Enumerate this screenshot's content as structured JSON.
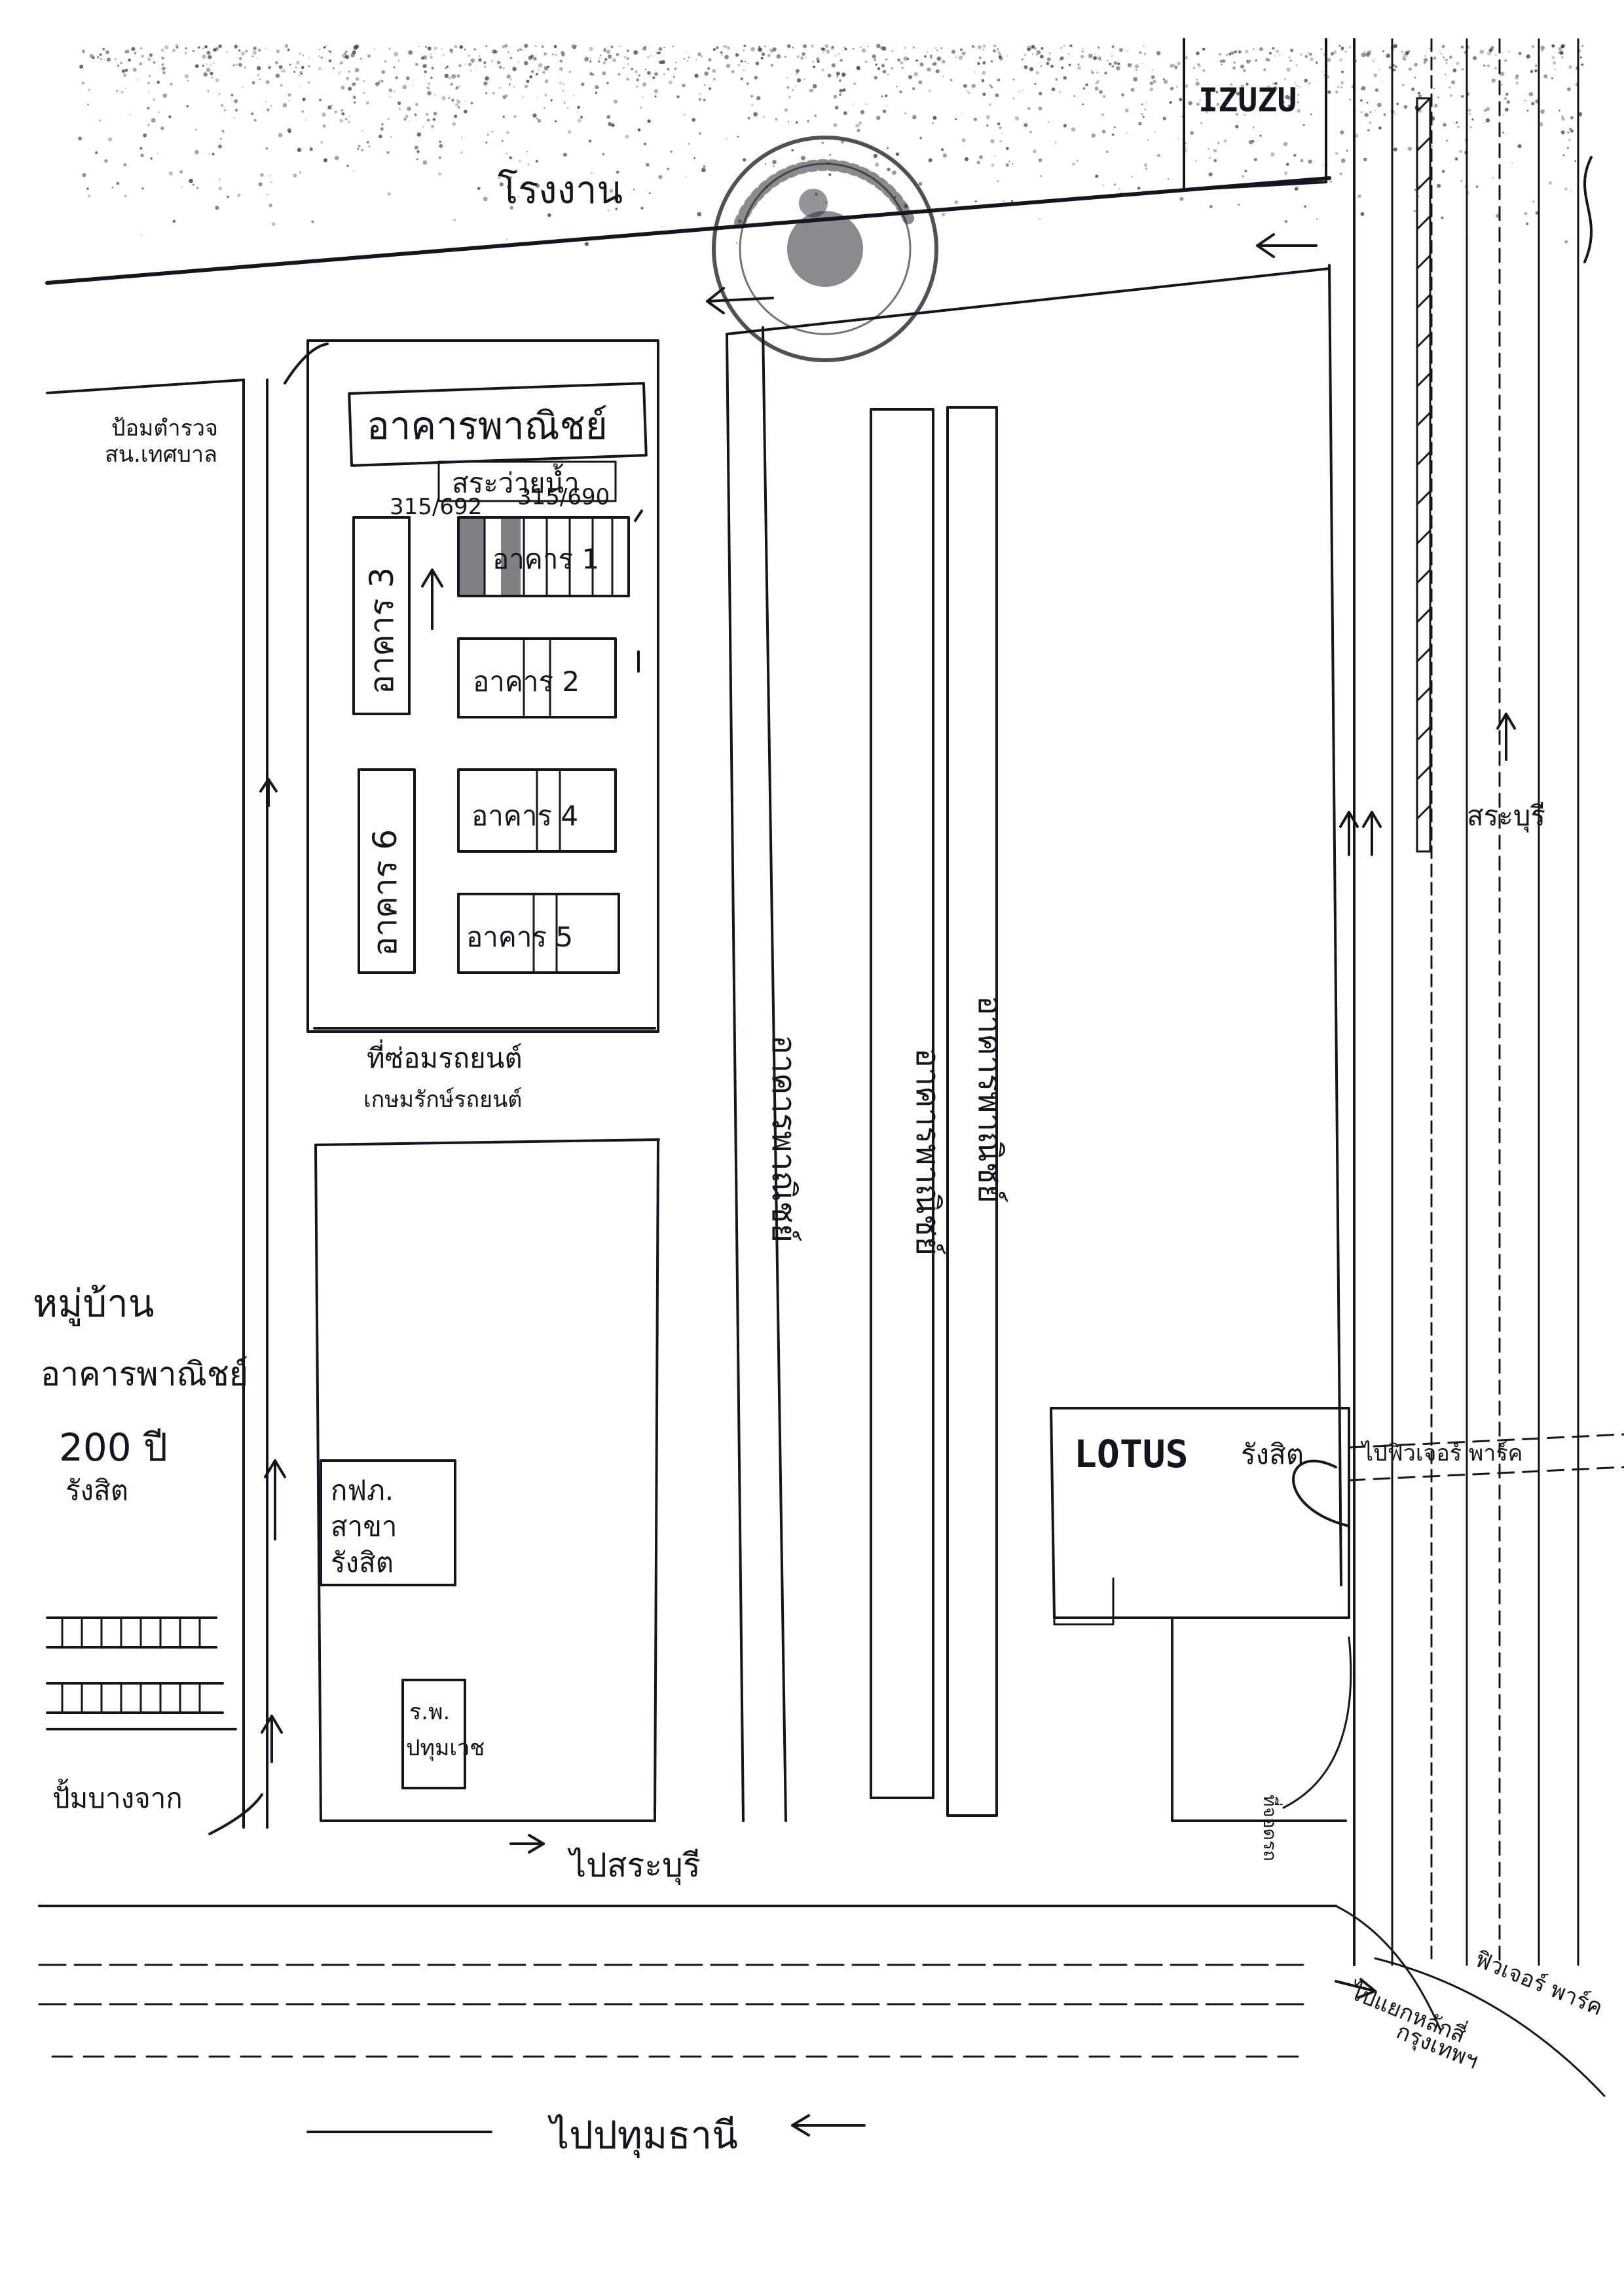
{
  "labels": {
    "factory": "โรงงาน",
    "izuzu": "IZUZU",
    "commercial_building": "อาคารพาณิชย์",
    "pool": "สระว่ายน้ำ",
    "addr_left": "315/692",
    "addr_right": "315/690",
    "bldg1": "อาคาร 1",
    "bldg2": "อาคาร 2",
    "bldg3": "อาคาร 3",
    "bldg4": "อาคาร 4",
    "bldg5": "อาคาร 5",
    "bldg6": "อาคาร 6",
    "car_repair_1": "ที่ซ่อมรถยนต์",
    "car_repair_2": "เกษมรักษ์รถยนต์",
    "village_1": "หมู่บ้าน",
    "village_2": "อาคารพาณิชย์",
    "village_3": "200 ปี",
    "village_4": "รังสิต",
    "police_1": "ป้อมตำรวจ",
    "police_2": "สน.เทศบาล",
    "gas_1": "กฟภ.",
    "gas_2": "สาขา",
    "gas_3": "รังสิต",
    "hospital_1": "ร.พ.",
    "hospital_2": "ปทุมเวช",
    "gas_station": "ปั้มบางจาก",
    "vertical_1": "อาคารพาณิชย์",
    "vertical_2": "อาคารพาณิชย์",
    "vertical_3": "อาคารพาณิชย์",
    "lotus": "LOTUS",
    "rangsit": "รังสิต",
    "future_park": "ไปฟิวเจอร์ พาร์ค",
    "saraburi_right": "สระบุรี",
    "to_saraburi": "ไปสระบุรี",
    "to_bangkok_1": "ไปแยกหลักสี่",
    "to_bangkok_2": "กรุงเทพฯ",
    "future_park_2": "ฟิวเจอร์ พาร์ค",
    "to_pathumthani": "ไปปทุมธานี",
    "parking": "ที่จอดรถ"
  },
  "colors": {
    "ink": "#15151f",
    "paper": "#ffffff",
    "speckle": "#2a2a35"
  },
  "icons": {
    "seal": "official-seal-stamp",
    "arrows": "direction-arrow"
  }
}
